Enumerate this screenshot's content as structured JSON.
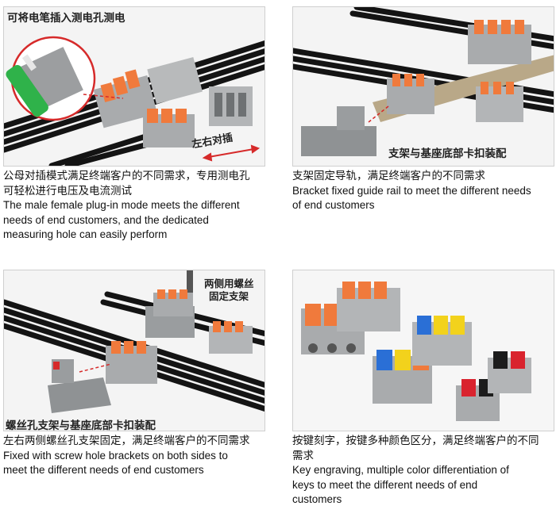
{
  "panels": [
    {
      "overlay_top": "可将电笔插入测电孔测电",
      "overlay_arrow": "左右对插",
      "caption_cn": [
        "公母对插模式满足终端客户的不同需求，专用测电孔",
        "可轻松进行电压及电流测试"
      ],
      "caption_en": [
        "The male female plug-in mode meets the different",
        "needs of end customers, and the dedicated",
        "measuring hole can easily perform"
      ]
    },
    {
      "overlay_label": "支架与基座底部卡扣装配",
      "caption_cn": [
        "支架固定导轨，满足终端客户的不同需求"
      ],
      "caption_en": [
        "Bracket fixed guide rail to meet the different needs",
        "of end customers"
      ]
    },
    {
      "overlay_top_1": "两侧用螺丝",
      "overlay_top_2": "固定支架",
      "overlay_bottom": "螺丝孔支架与基座底部卡扣装配",
      "caption_cn": [
        "左右两侧螺丝孔支架固定，满足终端客户的不同需求"
      ],
      "caption_en": [
        "Fixed with screw hole brackets on both sides to",
        "meet the different needs of end customers"
      ]
    },
    {
      "caption_cn": [
        "按键刻字，按键多种颜色区分，满足终端客户的不同",
        "需求"
      ],
      "caption_en": [
        "Key engraving, multiple color differentiation of",
        "keys to meet the different needs of end",
        "customers"
      ]
    }
  ],
  "colors": {
    "connector_body": "#a9abad",
    "lever_orange": "#f07a3c",
    "lever_blue": "#2a6fd6",
    "lever_yellow": "#f2d21c",
    "lever_red": "#d9232e",
    "lever_black": "#1c1c1c",
    "bracket_grey": "#8f9294",
    "wire_black": "#141414",
    "probe_green": "#2fb24a"
  },
  "icons": [
    "test-probe-icon",
    "double-arrow-icon",
    "dashed-guide-icon"
  ]
}
